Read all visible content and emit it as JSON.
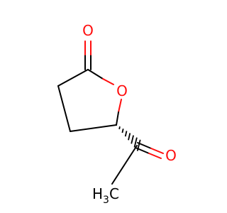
{
  "molecule": {
    "atoms": {
      "carbonyl_oxygen": {
        "symbol": "O",
        "color": "#ff0d0d"
      },
      "ring_oxygen": {
        "symbol": "O",
        "color": "#ff0d0d"
      },
      "ketone_oxygen": {
        "symbol": "O",
        "color": "#ff0d0d"
      },
      "methyl": {
        "symbol": "H",
        "subscript": "3",
        "carbon": "C",
        "color": "#000000"
      }
    },
    "stereo_bond": "hashed-wedge",
    "colors": {
      "bond": "#000000",
      "oxygen": "#ff0d0d"
    }
  }
}
